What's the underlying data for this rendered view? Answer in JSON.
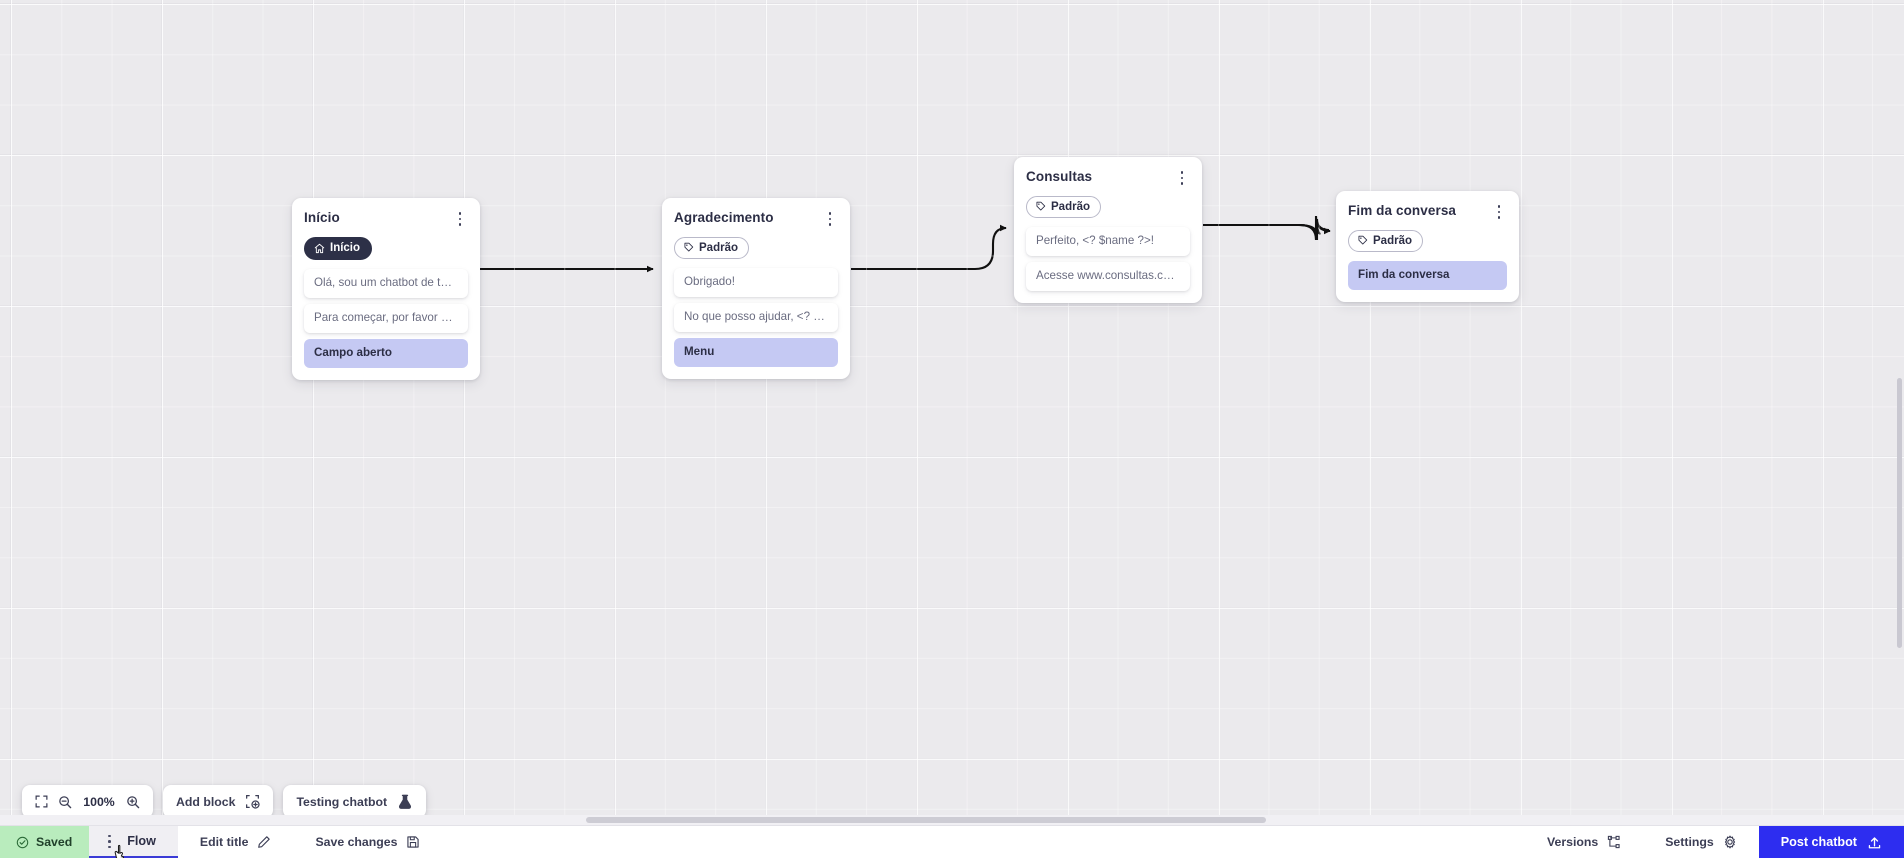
{
  "canvas": {
    "zoom_level": "100%",
    "nodes": [
      {
        "id": "inicio",
        "title": "Início",
        "badge": {
          "label": "Início",
          "icon": "home-icon",
          "style": "start"
        },
        "fields": [
          {
            "text": "Olá, sou um chatbot de teste!",
            "highlight": false
          },
          {
            "text": "Para começar, por favor digite o ...",
            "highlight": false
          },
          {
            "text": "Campo aberto",
            "highlight": true
          }
        ]
      },
      {
        "id": "agradecimento",
        "title": "Agradecimento",
        "badge": {
          "label": "Padrão",
          "icon": "tag-icon",
          "style": "default"
        },
        "fields": [
          {
            "text": "Obrigado!",
            "highlight": false
          },
          {
            "text": "No que posso ajudar, <? $name ...",
            "highlight": false
          },
          {
            "text": "Menu",
            "highlight": true
          }
        ]
      },
      {
        "id": "consultas",
        "title": "Consultas",
        "badge": {
          "label": "Padrão",
          "icon": "tag-icon",
          "style": "default"
        },
        "fields": [
          {
            "text": "Perfeito, <? $name ?>!",
            "highlight": false
          },
          {
            "text": "Acesse www.consultas.com par...",
            "highlight": false
          }
        ]
      },
      {
        "id": "fim",
        "title": "Fim da conversa",
        "badge": {
          "label": "Padrão",
          "icon": "tag-icon",
          "style": "default"
        },
        "fields": [
          {
            "text": "Fim da conversa",
            "highlight": true
          }
        ]
      }
    ]
  },
  "toolbar": {
    "fit_icon": "fit-screen-icon",
    "zoom_out_icon": "zoom-out-icon",
    "zoom_value": "100%",
    "zoom_in_icon": "zoom-in-icon",
    "add_block_label": "Add block",
    "add_block_icon": "add-block-icon",
    "testing_label": "Testing chatbot",
    "testing_icon": "flask-icon"
  },
  "bottombar": {
    "saved_label": "Saved",
    "saved_icon": "check-circle-icon",
    "flow_tab_label": "Flow",
    "edit_title_label": "Edit title",
    "edit_title_icon": "pencil-icon",
    "save_changes_label": "Save changes",
    "save_changes_icon": "floppy-icon",
    "versions_label": "Versions",
    "versions_icon": "branch-icon",
    "settings_label": "Settings",
    "settings_icon": "gear-icon",
    "post_label": "Post chatbot",
    "post_icon": "upload-icon"
  },
  "colors": {
    "accent": "#2d2df0",
    "saved_bg": "#b9ecbd",
    "highlight": "#c5c9f3",
    "start_badge": "#2d3047"
  }
}
